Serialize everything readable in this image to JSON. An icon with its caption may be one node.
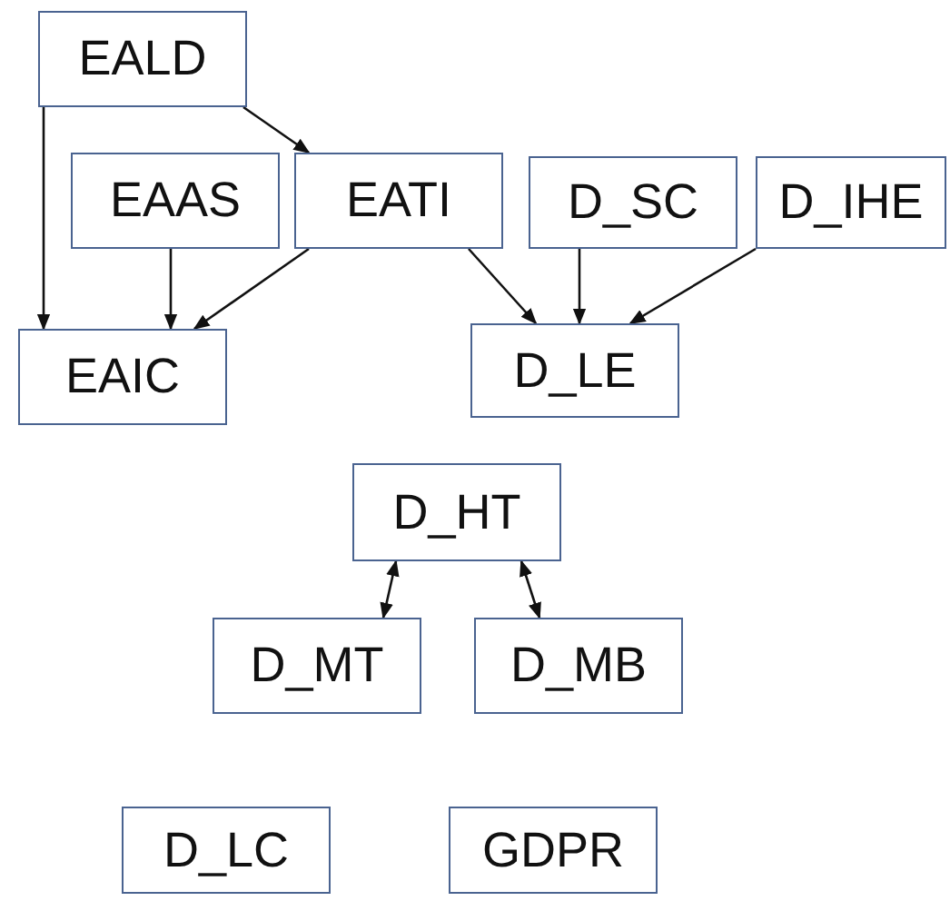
{
  "diagram": {
    "nodes": [
      {
        "text": [
          "EALD"
        ]
      },
      {
        "text": [
          "EAAS"
        ]
      },
      {
        "text": [
          "EATI"
        ]
      },
      {
        "text": [
          "D_SC"
        ]
      },
      {
        "text": [
          "D_IHE"
        ]
      },
      {
        "text": [
          "EAIC"
        ]
      },
      {
        "text": [
          "D_LE"
        ]
      },
      {
        "text": [
          "D_HT"
        ]
      },
      {
        "text": [
          "D_MT"
        ]
      },
      {
        "text": [
          "D_MB"
        ]
      },
      {
        "text": [
          "D_LC"
        ]
      },
      {
        "text": [
          "GDPR"
        ]
      }
    ],
    "edges": [
      {
        "from": 0,
        "to": 5,
        "arrow": "to"
      },
      {
        "from": 0,
        "to": 2,
        "arrow": "to"
      },
      {
        "from": 1,
        "to": 5,
        "arrow": "to"
      },
      {
        "from": 2,
        "to": 5,
        "arrow": "to"
      },
      {
        "from": 2,
        "to": 6,
        "arrow": "to"
      },
      {
        "from": 3,
        "to": 6,
        "arrow": "to"
      },
      {
        "from": 4,
        "to": 6,
        "arrow": "to"
      },
      {
        "from": 7,
        "to": 8,
        "arrow": "both"
      },
      {
        "from": 7,
        "to": 9,
        "arrow": "both"
      }
    ]
  }
}
